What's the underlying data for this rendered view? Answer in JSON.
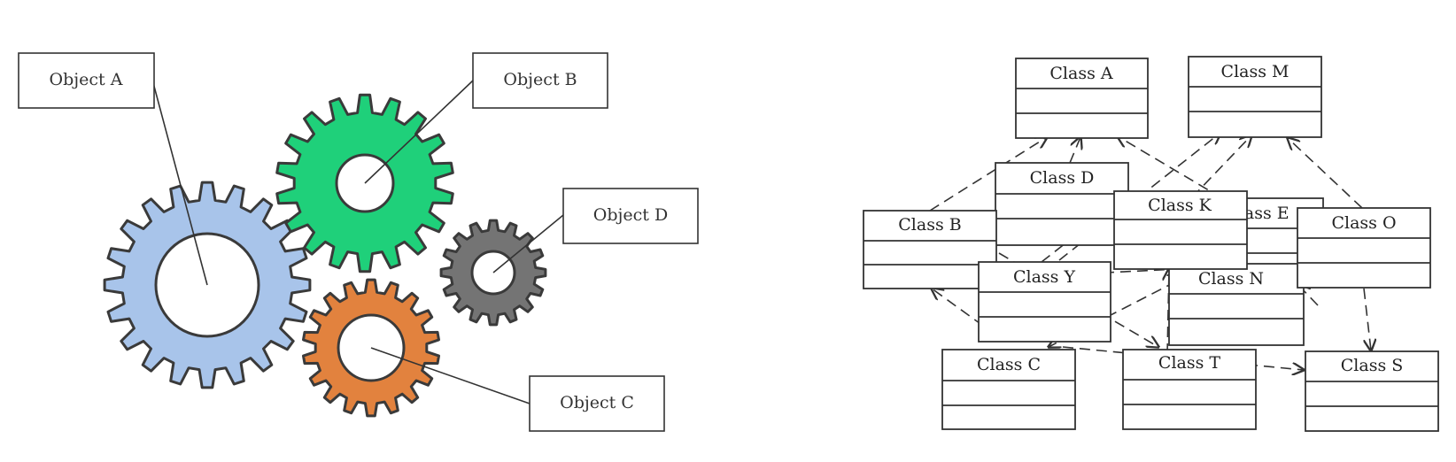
{
  "gear_diagram": {
    "labels": {
      "a": "Object A",
      "b": "Object B",
      "c": "Object C",
      "d": "Object D"
    },
    "colors": {
      "a": "#a8c4ea",
      "b": "#1fd07a",
      "c": "#e2823e",
      "d": "#747474",
      "outline": "#3a3a3a"
    },
    "gear_icons": {
      "a": "gear-icon",
      "b": "gear-icon",
      "c": "gear-icon",
      "d": "gear-icon"
    }
  },
  "class_diagram": {
    "classes": {
      "a": "Class A",
      "m": "Class M",
      "d": "Class D",
      "e": "Class E",
      "k": "Class K",
      "b": "Class B",
      "o": "Class O",
      "y": "Class Y",
      "n": "Class N",
      "c": "Class C",
      "t": "Class T",
      "s": "Class S"
    },
    "relation_style": "dashed arrow"
  }
}
